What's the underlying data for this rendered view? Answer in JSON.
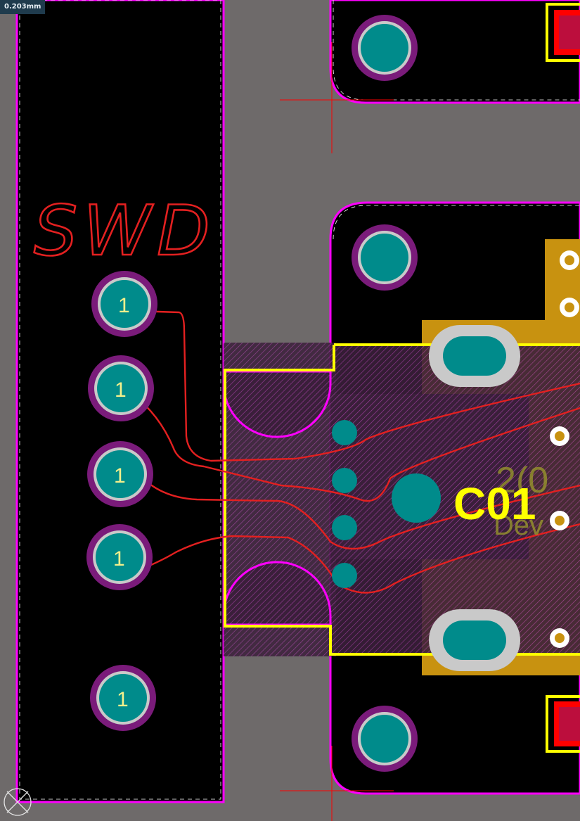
{
  "status": {
    "grid_readout": "0.203mm"
  },
  "annotation": {
    "text": "SWD",
    "color": "#e32020"
  },
  "header_pins": [
    {
      "label": "1"
    },
    {
      "label": "1"
    },
    {
      "label": "1"
    },
    {
      "label": "1"
    },
    {
      "label": "1"
    }
  ],
  "component": {
    "designator": "C01",
    "ghost_text_1": "2(0",
    "ghost_text_2": "Dev"
  },
  "colors": {
    "board_background": "#6e6a6a",
    "keepout_area": "#000000",
    "keepout_outline": "#ff00ff",
    "pad_copper": "#008b8b",
    "pad_ring": "#7a1b7a",
    "silkscreen": "#ffff00",
    "copper_pour": "#c89210",
    "trace": "#e32020",
    "crosshair": "#ff0000"
  }
}
